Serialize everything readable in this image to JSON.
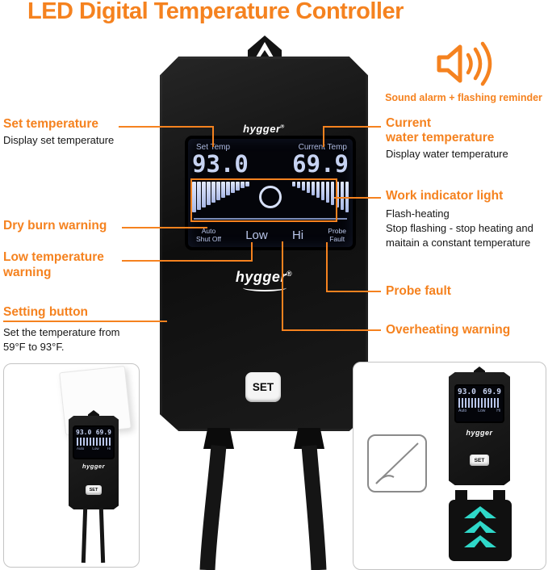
{
  "title": "LED Digital Temperature Controller",
  "sound_note": {
    "caption": "Sound alarm + flashing reminder"
  },
  "icons": {
    "alarm": "speaker-sound-waves-icon",
    "hanger": "suction-hook-icon",
    "sticker": "adhesive-paper-icon",
    "mount": "slide-bracket-up-arrows-icon"
  },
  "device": {
    "brand": "hygger",
    "reg": "®",
    "display": {
      "set_temp_label": "Set Temp",
      "current_temp_label": "Current Temp",
      "set_temp_value": "93.0",
      "current_temp_value": "69.9",
      "auto_line1": "Auto",
      "auto_line2": "Shut Off",
      "low_label": "Low",
      "hi_label": "Hi",
      "probe_line1": "Probe",
      "probe_line2": "Fault",
      "bars_left": [
        38,
        35,
        32,
        29,
        26,
        23,
        20,
        17,
        14,
        11,
        8,
        6
      ],
      "bars_right": [
        6,
        8,
        11,
        14,
        17,
        20,
        23,
        26,
        29,
        32,
        35,
        38
      ]
    },
    "set_button_label": "SET"
  },
  "annotations": {
    "set_temperature": {
      "title": "Set temperature",
      "desc": "Display set temperature"
    },
    "current_temperature": {
      "title_line1": "Current",
      "title_line2": "water temperature",
      "desc": "Display water temperature"
    },
    "work_indicator": {
      "title": "Work indicator light",
      "desc1": "Flash-heating",
      "desc2": "Stop flashing - stop heating and maitain a constant temperature"
    },
    "dry_burn": {
      "title": "Dry burn warning"
    },
    "low_temperature": {
      "title": "Low temperature warning"
    },
    "probe_fault": {
      "title": "Probe fault"
    },
    "setting_button": {
      "title": "Setting button",
      "desc": "Set the temperature from 59°F to 93°F."
    },
    "overheating": {
      "title": "Overheating warning"
    }
  },
  "colors": {
    "accent_orange": "#f5821f",
    "teal": "#2fd8c9",
    "display_text": "#c7d3f2"
  }
}
